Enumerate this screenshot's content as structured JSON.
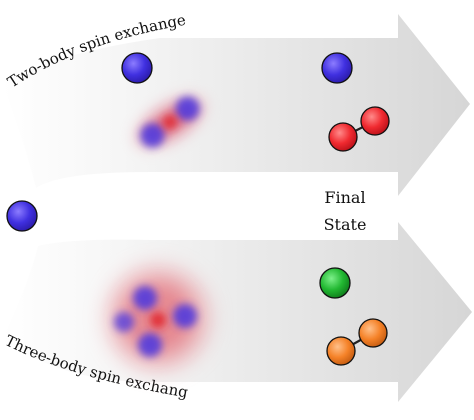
{
  "top_label": "Two-body spin exchange",
  "bottom_label": "Three-body spin exchange",
  "final_state": {
    "line1": "Final",
    "line2": "State"
  },
  "colors": {
    "spin_blue": "#3a2ad8",
    "spin_red": "#e8202a",
    "spin_green": "#1aa82a",
    "spin_orange": "#ef7a22",
    "arrow_light": "#f8f8f8",
    "arrow_dark": "#d8d8d8"
  }
}
